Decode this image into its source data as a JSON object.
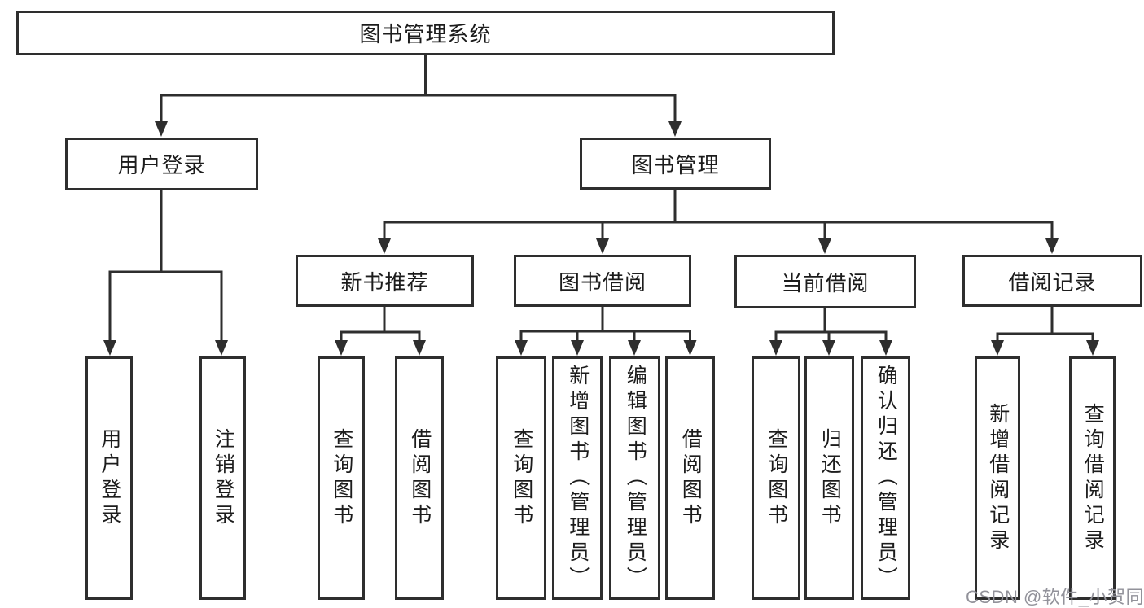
{
  "diagram": {
    "root": {
      "label": "图书管理系统"
    },
    "level2": [
      {
        "label": "用户登录"
      },
      {
        "label": "图书管理"
      }
    ],
    "level3": [
      {
        "label": "新书推荐",
        "parent": "图书管理"
      },
      {
        "label": "图书借阅",
        "parent": "图书管理"
      },
      {
        "label": "当前借阅",
        "parent": "图书管理"
      },
      {
        "label": "借阅记录",
        "parent": "图书管理"
      }
    ],
    "leaves": [
      {
        "label": "用户登录",
        "parent": "用户登录"
      },
      {
        "label": "注销登录",
        "parent": "用户登录"
      },
      {
        "label": "查询图书",
        "parent": "新书推荐"
      },
      {
        "label": "借阅图书",
        "parent": "新书推荐"
      },
      {
        "label": "查询图书",
        "parent": "图书借阅"
      },
      {
        "label": "新增图书（管理员）",
        "parent": "图书借阅"
      },
      {
        "label": "编辑图书（管理员）",
        "parent": "图书借阅"
      },
      {
        "label": "借阅图书",
        "parent": "图书借阅"
      },
      {
        "label": "查询图书",
        "parent": "当前借阅"
      },
      {
        "label": "归还图书",
        "parent": "当前借阅"
      },
      {
        "label": "确认归还（管理员）",
        "parent": "当前借阅"
      },
      {
        "label": "新增借阅记录",
        "parent": "借阅记录"
      },
      {
        "label": "查询借阅记录",
        "parent": "借阅记录"
      }
    ],
    "colors": {
      "border": "#2e2e2e",
      "text": "#1c1c1c",
      "line": "#2e2e2e",
      "watermark": "#92929a",
      "background": "#ffffff"
    }
  },
  "watermark": {
    "text": "CSDN @软件_小贺同学"
  }
}
